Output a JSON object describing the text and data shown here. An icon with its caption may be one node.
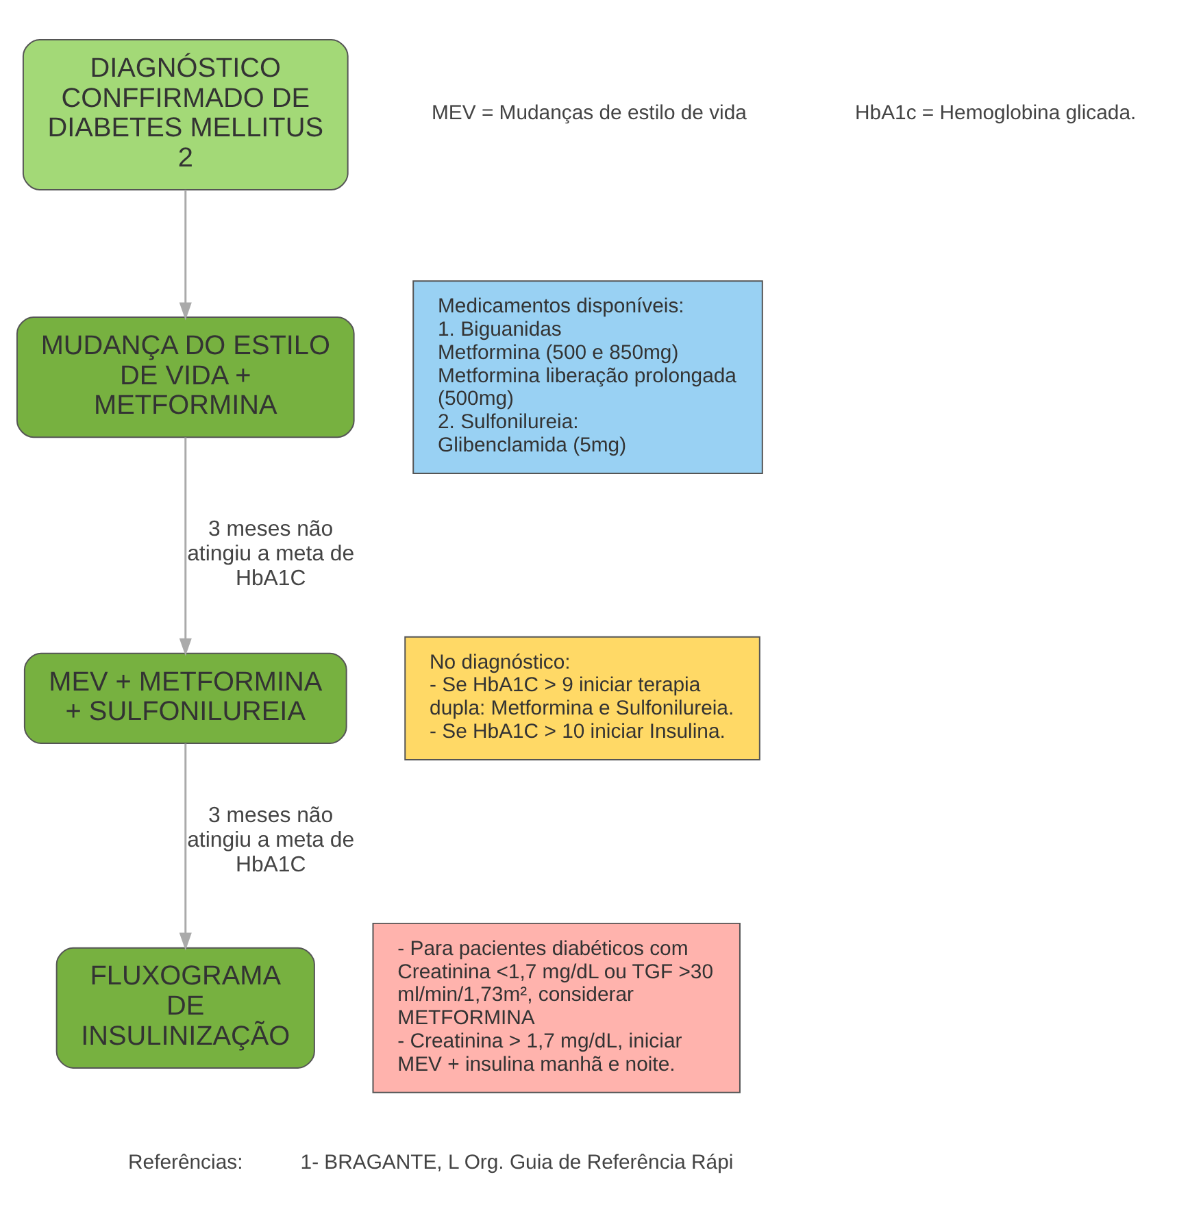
{
  "diagram": {
    "nodes": [
      {
        "text": [
          "DIAGNÓSTICO CONFFIRMADO DE DIABETES MELLITUS 2"
        ]
      },
      {
        "text": [
          "MUDANÇA DO ESTILO DE VIDA + METFORMINA"
        ]
      },
      {
        "text": [
          "MEV + METFORMINA + SULFONILUREIA"
        ]
      },
      {
        "text": [
          "FLUXOGRAMA DE INSULINIZAÇÃO"
        ]
      },
      {
        "text": [
          "Medicamentos disponíveis:",
          "1. Biguanidas",
          "Metformina (500 e 850mg)",
          "Metformina liberação prolongada (500mg)",
          "2. Sulfonilureia:",
          "Glibenclamida (5mg)"
        ]
      },
      {
        "text": [
          "No diagnóstico:",
          "- Se HbA1C > 9 iniciar terapia dupla: Metformina e Sulfonilureia.",
          "- Se HbA1C > 10 iniciar Insulina."
        ]
      },
      {
        "text": [
          "- Para pacientes diabéticos com Creatinina <1,7 mg/dL ou TGF >30 ml/min/1,73m², considerar METFORMINA",
          "- Creatinina > 1,7 mg/dL, iniciar MEV + insulina manhã e noite."
        ]
      }
    ],
    "edges": [
      {
        "from": 0,
        "to": 1,
        "arrow": "to"
      },
      {
        "from": 1,
        "to": 2,
        "arrow": "to",
        "label": "3 meses não atingiu a meta de HbA1C"
      },
      {
        "from": 2,
        "to": 3,
        "arrow": "to",
        "label": "3 meses não atingiu a meta de HbA1C"
      }
    ],
    "labels": [
      "MEV = Mudanças de estilo de vida",
      "HbA1c = Hemoglobina glicada.",
      "Referências:",
      "1- BRAGANTE, L Org. Guia de Referência Rápi"
    ]
  }
}
